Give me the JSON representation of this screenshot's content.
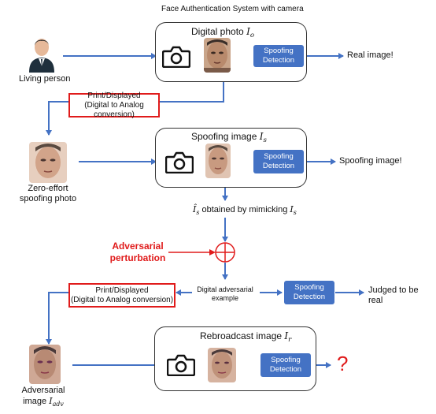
{
  "header": {
    "title": "Face Authentication System with camera"
  },
  "stage1": {
    "person_label": "Living person",
    "box_title": "Digital photo",
    "box_var": "I",
    "box_var_sub": "o",
    "spoof_label": "Spoofing Detection",
    "result": "Real image!"
  },
  "print1": {
    "line1": "Print/Displayed",
    "line2": "(Digital to Analog conversion)"
  },
  "stage2": {
    "photo_label_1": "Zero-effort",
    "photo_label_2": "spoofing photo",
    "box_title": "Spoofing image",
    "box_var": "I",
    "box_var_sub": "s",
    "spoof_label": "Spoofing Detection",
    "result": "Spoofing image!"
  },
  "mimic": {
    "text_var": "Î",
    "text_var_sub": "s",
    "text_mid": "obtained by mimicking",
    "text_var2": "I",
    "text_var2_sub": "s"
  },
  "adversarial": {
    "line1": "Adversarial",
    "line2": "perturbation"
  },
  "stage3": {
    "example_line1": "Digital adversarial",
    "example_line2": "example",
    "spoof_label": "Spoofing Detection",
    "result_line1": "Judged to be",
    "result_line2": "real"
  },
  "print2": {
    "line1": "Print/Displayed",
    "line2": "(Digital to Analog conversion)"
  },
  "stage4": {
    "adv_label": "Adversarial",
    "adv_label2": "image",
    "adv_var": "I",
    "adv_var_sub": "adv",
    "box_title": "Rebroadcast image",
    "box_var": "I",
    "box_var_sub": "r",
    "spoof_label": "Spoofing Detection",
    "result": "?"
  },
  "colors": {
    "arrow": "#4472c4",
    "accent_red": "#e01b1b",
    "button": "#4472c4"
  }
}
